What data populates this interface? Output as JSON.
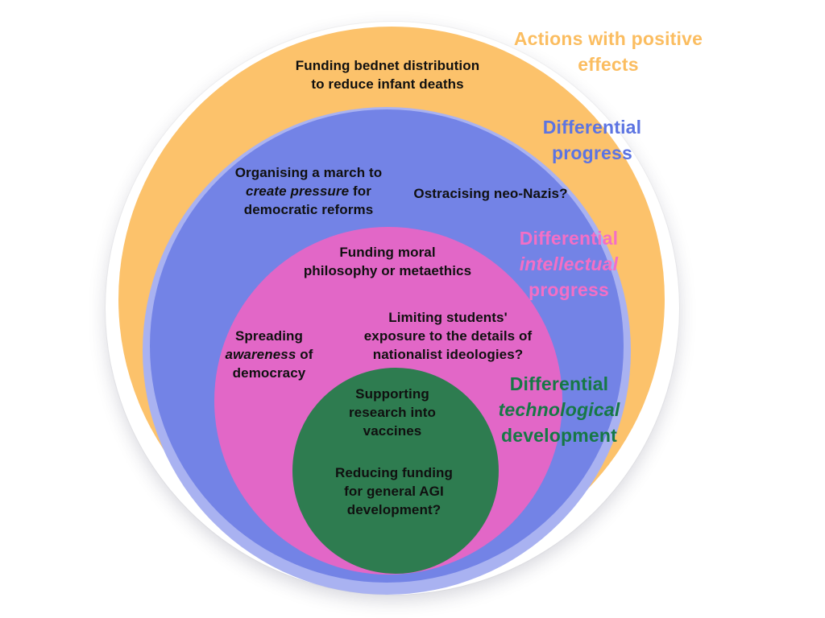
{
  "colors": {
    "background": "#ffffff",
    "outer_circle": "#ffffff",
    "positive_fill": "#FCC26B",
    "positive_label": "#FBBD60",
    "progress_fill": "#7383E6",
    "progress_halo": "#A9B2F1",
    "progress_label": "#5C74E2",
    "intellectual_fill": "#E267C7",
    "intellectual_label": "#F46FC6",
    "technological_fill": "#2E7C50",
    "technological_label": "#167845",
    "item_text": "#101010"
  },
  "titles": {
    "positive": {
      "line1": "Actions with positive",
      "line2": "effects"
    },
    "progress": {
      "line1": "Differential",
      "line2": "progress"
    },
    "intellectual": {
      "line1": "Differential",
      "line2_italic": "intellectual",
      "line3": "progress"
    },
    "technological": {
      "line1": "Differential",
      "line2_italic": "technological",
      "line3": "development"
    }
  },
  "items": {
    "bednet": {
      "line1": "Funding bednet distribution",
      "line2": "to reduce infant deaths"
    },
    "march": {
      "line1": "Organising a march to",
      "line2_italic": "create pressure",
      "line2_rest": " for",
      "line3": "democratic reforms"
    },
    "neo_nazis": {
      "line1": "Ostracising neo-Nazis?"
    },
    "moral": {
      "line1": "Funding moral",
      "line2": "philosophy or metaethics"
    },
    "students": {
      "line1": "Limiting students'",
      "line2": "exposure to the details of",
      "line3": "nationalist ideologies?"
    },
    "awareness": {
      "line1": "Spreading",
      "line2_italic": "awareness",
      "line2_rest": " of",
      "line3": "democracy"
    },
    "vaccines": {
      "line1": "Supporting",
      "line2": "research into",
      "line3": "vaccines"
    },
    "agi": {
      "line1": "Reducing funding",
      "line2": "for general AGI",
      "line3": "development?"
    }
  },
  "structure": {
    "nested_rings_outer_to_inner": [
      "Actions with positive effects",
      "Differential progress",
      "Differential intellectual progress",
      "Differential technological development"
    ],
    "ring_items": {
      "Actions with positive effects": [
        "Funding bednet distribution to reduce infant deaths"
      ],
      "Differential progress": [
        "Organising a march to create pressure for democratic reforms",
        "Ostracising neo-Nazis?"
      ],
      "Differential intellectual progress": [
        "Funding moral philosophy or metaethics",
        "Limiting students' exposure to the details of nationalist ideologies?",
        "Spreading awareness of democracy"
      ],
      "Differential technological development": [
        "Supporting research into vaccines",
        "Reducing funding for general AGI development?"
      ]
    }
  }
}
